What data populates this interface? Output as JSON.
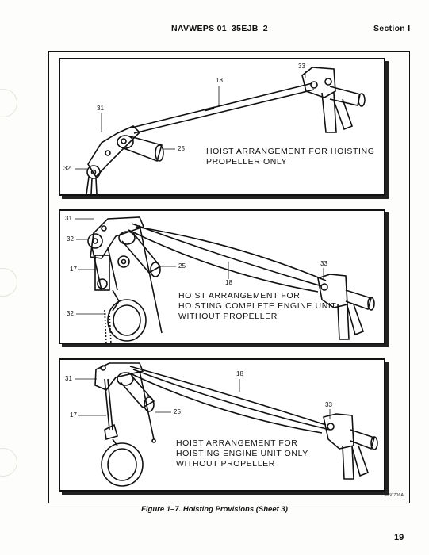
{
  "header": {
    "doc_number": "NAVWEPS 01–35EJB–2",
    "section": "Section I"
  },
  "panels": [
    {
      "caption": "HOIST ARRANGEMENT FOR HOISTING\nPROPELLER ONLY",
      "callouts": {
        "c18": "18",
        "c31": "31",
        "c32": "32",
        "c33": "33",
        "c25": "25"
      }
    },
    {
      "caption": "HOIST ARRANGEMENT FOR\nHOISTING COMPLETE ENGINE UNIT\nWITHOUT PROPELLER",
      "callouts": {
        "c31": "31",
        "c32a": "32",
        "c17": "17",
        "c32b": "32",
        "c25": "25",
        "c18": "18",
        "c33": "33"
      }
    },
    {
      "caption": "HOIST ARRANGEMENT FOR\nHOISTING ENGINE UNIT ONLY\nWITHOUT PROPELLER",
      "callouts": {
        "c31": "31",
        "c18": "18",
        "c17": "17",
        "c25": "25",
        "c33": "33"
      }
    }
  ],
  "drawing_number": "3–50706A",
  "figure_caption": "Figure 1–7.   Hoisting Provisions (Sheet 3)",
  "page_number": "19"
}
